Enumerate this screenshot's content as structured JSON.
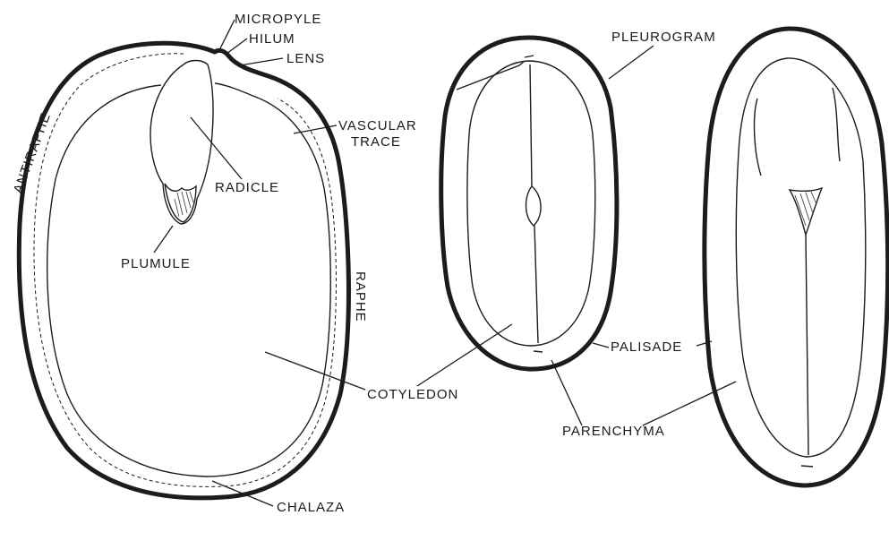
{
  "labels": {
    "micropyle": "MICROPYLE",
    "hilum": "HILUM",
    "lens": "LENS",
    "vascular_trace_1": "VASCULAR",
    "vascular_trace_2": "TRACE",
    "antiraphe": "ANTIRAPHE",
    "radicle": "RADICLE",
    "plumule": "PLUMULE",
    "raphe": "RAPHE",
    "cotyledon": "COTYLEDON",
    "chalaza": "CHALAZA",
    "pleurogram": "PLEUROGRAM",
    "palisade": "PALISADE",
    "parenchyma": "PARENCHYMA"
  }
}
